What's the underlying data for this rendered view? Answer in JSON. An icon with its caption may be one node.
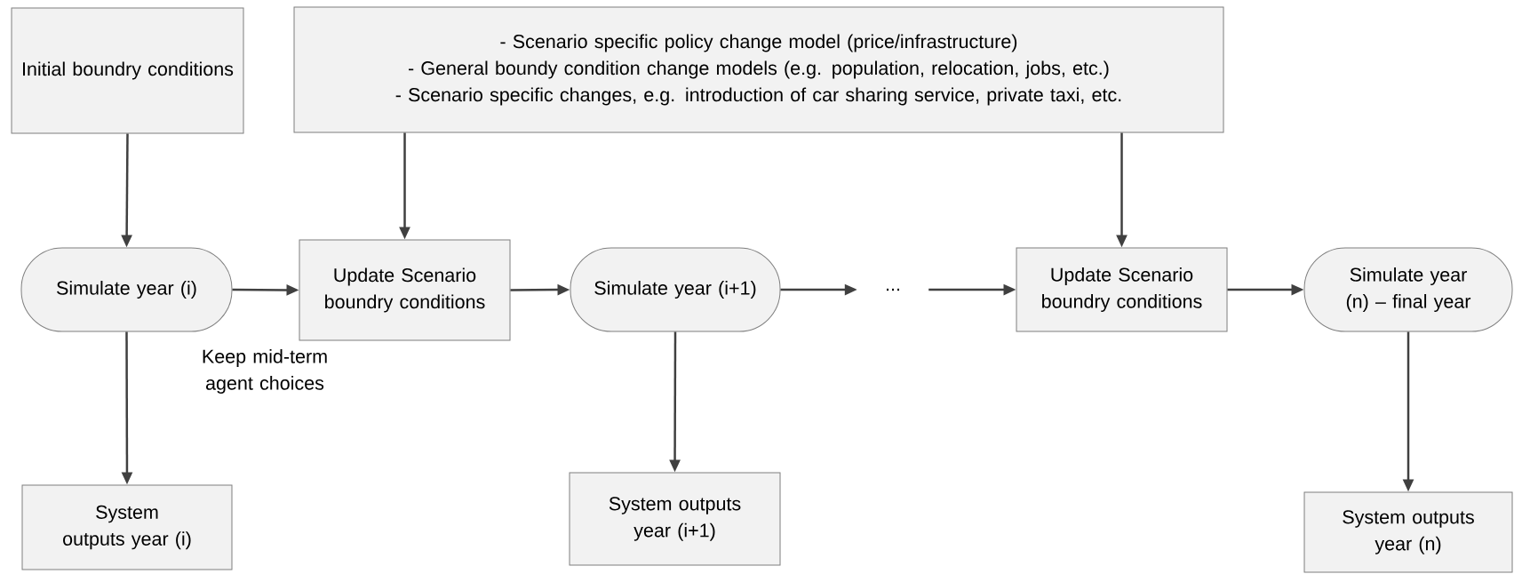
{
  "diagram": {
    "nodes": [
      {
        "text": [
          "Initial boundry conditions"
        ]
      },
      {
        "text": [
          "- Scenario specific policy change model (price/infrastructure)",
          "- General boundy condition change models (e.g. population, relocation, jobs, etc.)",
          "- Scenario specific changes, e.g. introduction of car sharing service, private taxi, etc."
        ]
      },
      {
        "text": [
          "Simulate year (i)"
        ]
      },
      {
        "text": [
          "Update Scenario boundry conditions"
        ]
      },
      {
        "text": [
          "Simulate year (i+1)"
        ]
      },
      {
        "text": [
          "..."
        ]
      },
      {
        "text": [
          "Update Scenario boundry conditions"
        ]
      },
      {
        "text": [
          "Simulate year (n) – final year"
        ]
      },
      {
        "text": [
          "System outputs year (i)"
        ]
      },
      {
        "text": [
          "System outputs year (i+1)"
        ]
      },
      {
        "text": [
          "System outputs year (n)"
        ]
      }
    ],
    "edges": [
      {
        "from": 0,
        "to": 2,
        "arrow": "to"
      },
      {
        "from": 1,
        "to": 3,
        "arrow": "to"
      },
      {
        "from": 1,
        "to": 6,
        "arrow": "to"
      },
      {
        "from": 2,
        "to": 3,
        "arrow": "to"
      },
      {
        "from": 3,
        "to": 4,
        "arrow": "to"
      },
      {
        "from": 4,
        "to": 5,
        "arrow": "to"
      },
      {
        "from": 5,
        "to": 6,
        "arrow": "to"
      },
      {
        "from": 6,
        "to": 7,
        "arrow": "to"
      },
      {
        "from": 2,
        "to": 8,
        "arrow": "to"
      },
      {
        "from": 4,
        "to": 9,
        "arrow": "to"
      },
      {
        "from": 7,
        "to": 10,
        "arrow": "to"
      }
    ],
    "labels": [
      "Keep mid-term agent choices"
    ]
  }
}
